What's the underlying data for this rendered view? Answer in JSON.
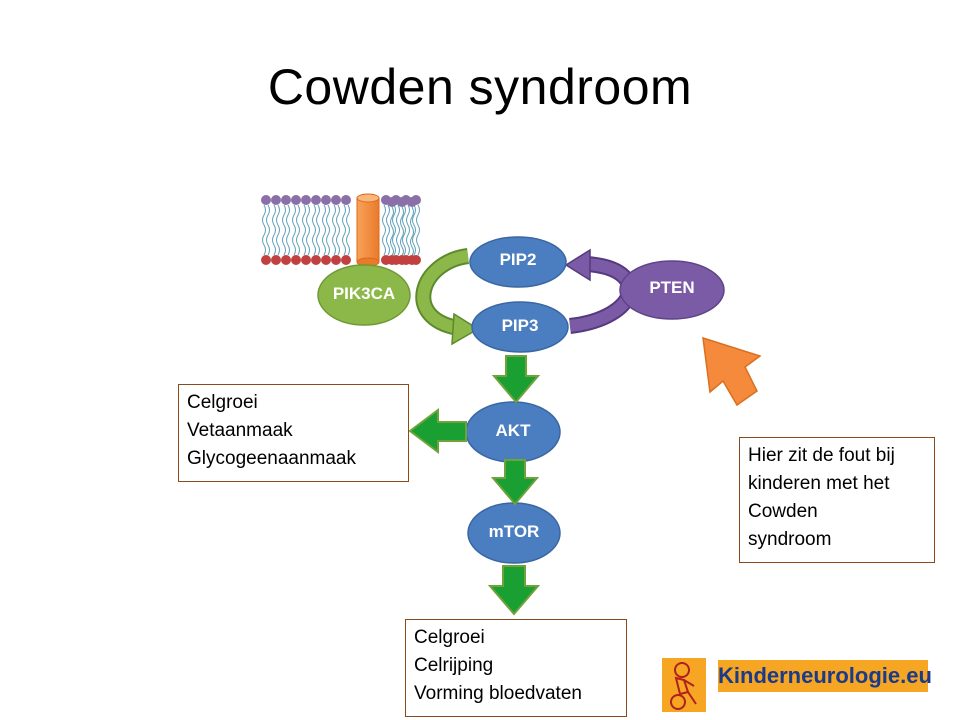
{
  "title": "Cowden syndroom",
  "nodes": {
    "pip2": "PIP2",
    "pip3": "PIP3",
    "pten": "PTEN",
    "pik3ca": "PIK3CA",
    "akt": "AKT",
    "mtor": "mTOR"
  },
  "box_akt": [
    "Celgroei",
    "Vetaanmaak",
    "Glycogeenaanmaak"
  ],
  "box_mtor": [
    "Celgroei",
    "Celrijping",
    "Vorming bloedvaten"
  ],
  "box_note": [
    "Hier zit de fout bij",
    "kinderen met het",
    "Cowden",
    "syndroom"
  ],
  "logo": "Kinderneurologie.eu",
  "colors": {
    "node_blue": "#4a7ec0",
    "node_green": "#8cb84a",
    "node_purple": "#7b5ba6",
    "arrow_green": "#1aa032",
    "arrow_orange": "#f58a3c",
    "membrane_head_purple": "#8a6fa8",
    "membrane_head_red": "#c24040",
    "box_border": "#8b4a1a",
    "logo_bg": "#f6a623",
    "logo_text": "#1a3a8a"
  }
}
